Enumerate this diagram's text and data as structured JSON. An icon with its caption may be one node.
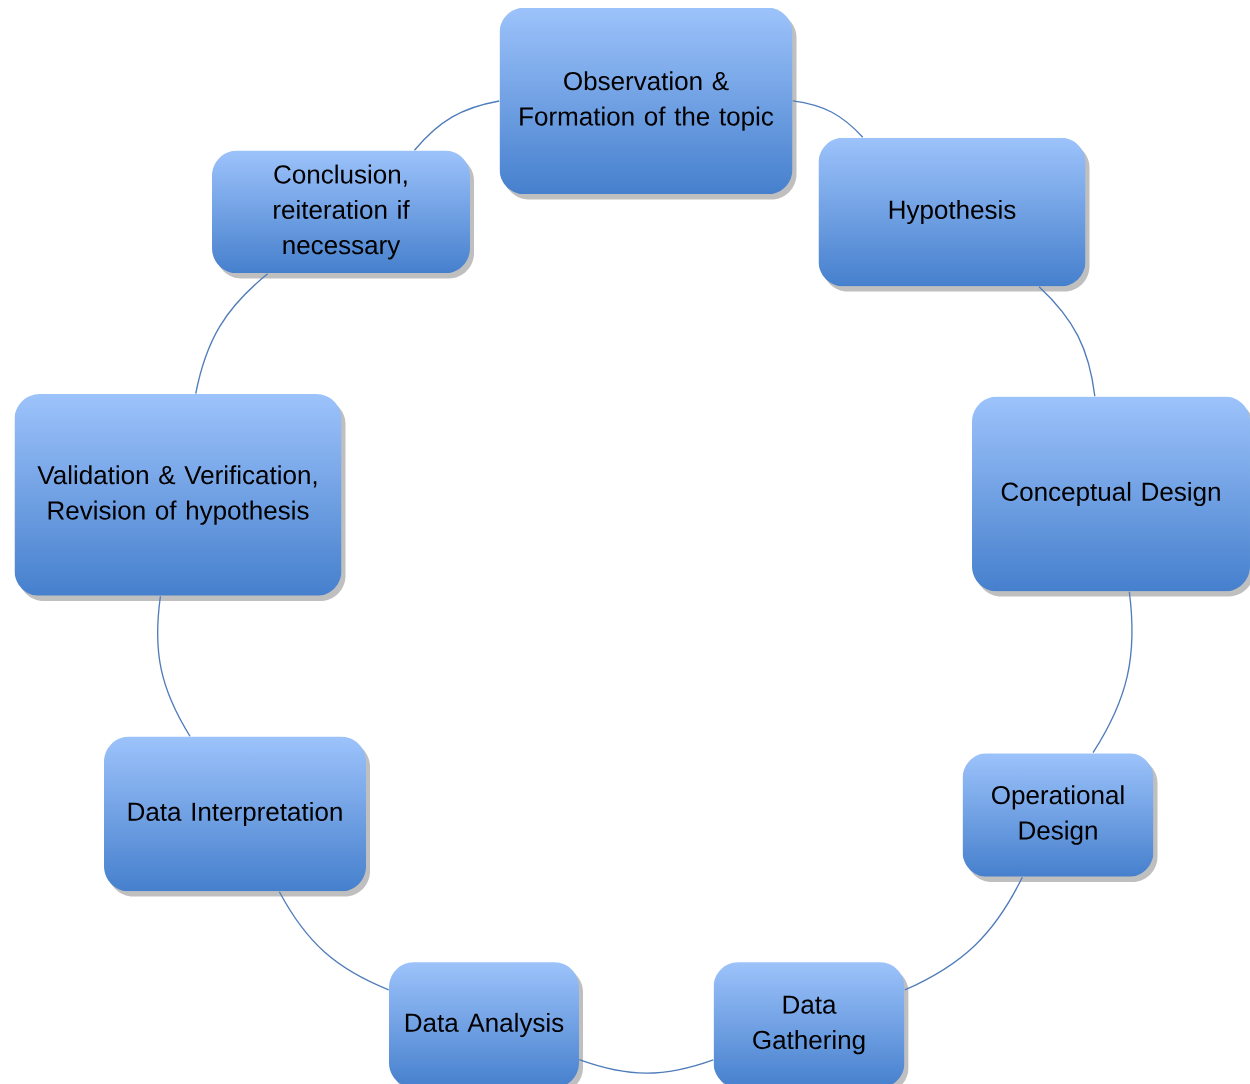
{
  "diagram": {
    "nodes": [
      {
        "text": [
          "Observation & Formation of the topic"
        ]
      },
      {
        "text": [
          "Hypothesis"
        ]
      },
      {
        "text": [
          "Conceptual Design"
        ]
      },
      {
        "text": [
          "Operational Design"
        ]
      },
      {
        "text": [
          "Data Gathering"
        ]
      },
      {
        "text": [
          "Data Analysis"
        ]
      },
      {
        "text": [
          "Data Interpretation"
        ]
      },
      {
        "text": [
          "Validation & Verification, Revision of hypothesis"
        ]
      },
      {
        "text": [
          "Conclusion, reiteration if necessary"
        ]
      }
    ],
    "edges": [
      {
        "from": 0,
        "to": 1,
        "arrow": "none"
      },
      {
        "from": 1,
        "to": 2,
        "arrow": "none"
      },
      {
        "from": 2,
        "to": 3,
        "arrow": "none"
      },
      {
        "from": 3,
        "to": 4,
        "arrow": "none"
      },
      {
        "from": 4,
        "to": 5,
        "arrow": "none"
      },
      {
        "from": 5,
        "to": 6,
        "arrow": "none"
      },
      {
        "from": 6,
        "to": 7,
        "arrow": "none"
      },
      {
        "from": 7,
        "to": 8,
        "arrow": "none"
      },
      {
        "from": 8,
        "to": 0,
        "arrow": "none"
      }
    ]
  }
}
